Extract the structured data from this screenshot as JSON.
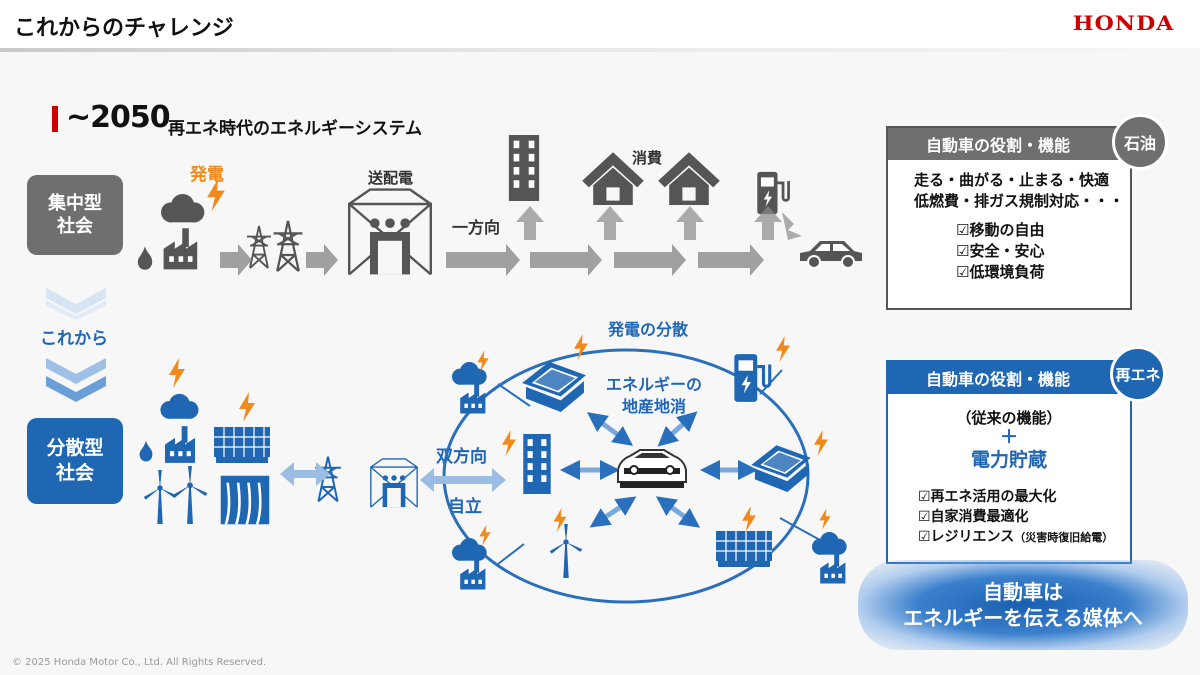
{
  "header": {
    "title": "これからのチャレンジ",
    "logo": "HONDA"
  },
  "section": {
    "year": "~2050",
    "subtitle": "再エネ時代のエネルギーシステム"
  },
  "current": {
    "society": [
      "集中型",
      "社会"
    ],
    "generation_label": "発電",
    "transmission_label": "送配電",
    "direction_label": "一方向",
    "consumption_label": "消費"
  },
  "transition_label": "これから",
  "future": {
    "society": [
      "分散型",
      "社会"
    ],
    "direction_label": "双方向",
    "independent_label": "自立",
    "distributed_label": "発電の分散",
    "local_label": [
      "エネルギーの",
      "地産地消"
    ]
  },
  "role_oil": {
    "header": "自動車の役割・機能",
    "badge": "石油",
    "lines": [
      "走る・曲がる・止まる・快適",
      "低燃費・排ガス規制対応・・・"
    ],
    "checks": [
      "☑移動の自由",
      "☑安全・安心",
      "☑低環境負荷"
    ]
  },
  "role_renewable": {
    "header": "自動車の役割・機能",
    "badge": "再エネ",
    "conventional": "（従来の機能）",
    "plus": "＋",
    "storage": "電力貯蔵",
    "checks": [
      "☑再エネ活用の最大化",
      "☑自家消費最適化"
    ],
    "resilience": "☑レジリエンス",
    "resilience_note": "（災害時復旧給電）"
  },
  "callout": [
    "自動車は",
    "エネルギーを伝える媒体へ"
  ],
  "footer": {
    "copyright": "© 2025 Honda Motor Co., Ltd. All Rights Reserved."
  },
  "colors": {
    "brand_red": "#cc0000",
    "blue": "#1f66b3",
    "grey": "#6f6f6f",
    "orange": "#f08a1c"
  }
}
